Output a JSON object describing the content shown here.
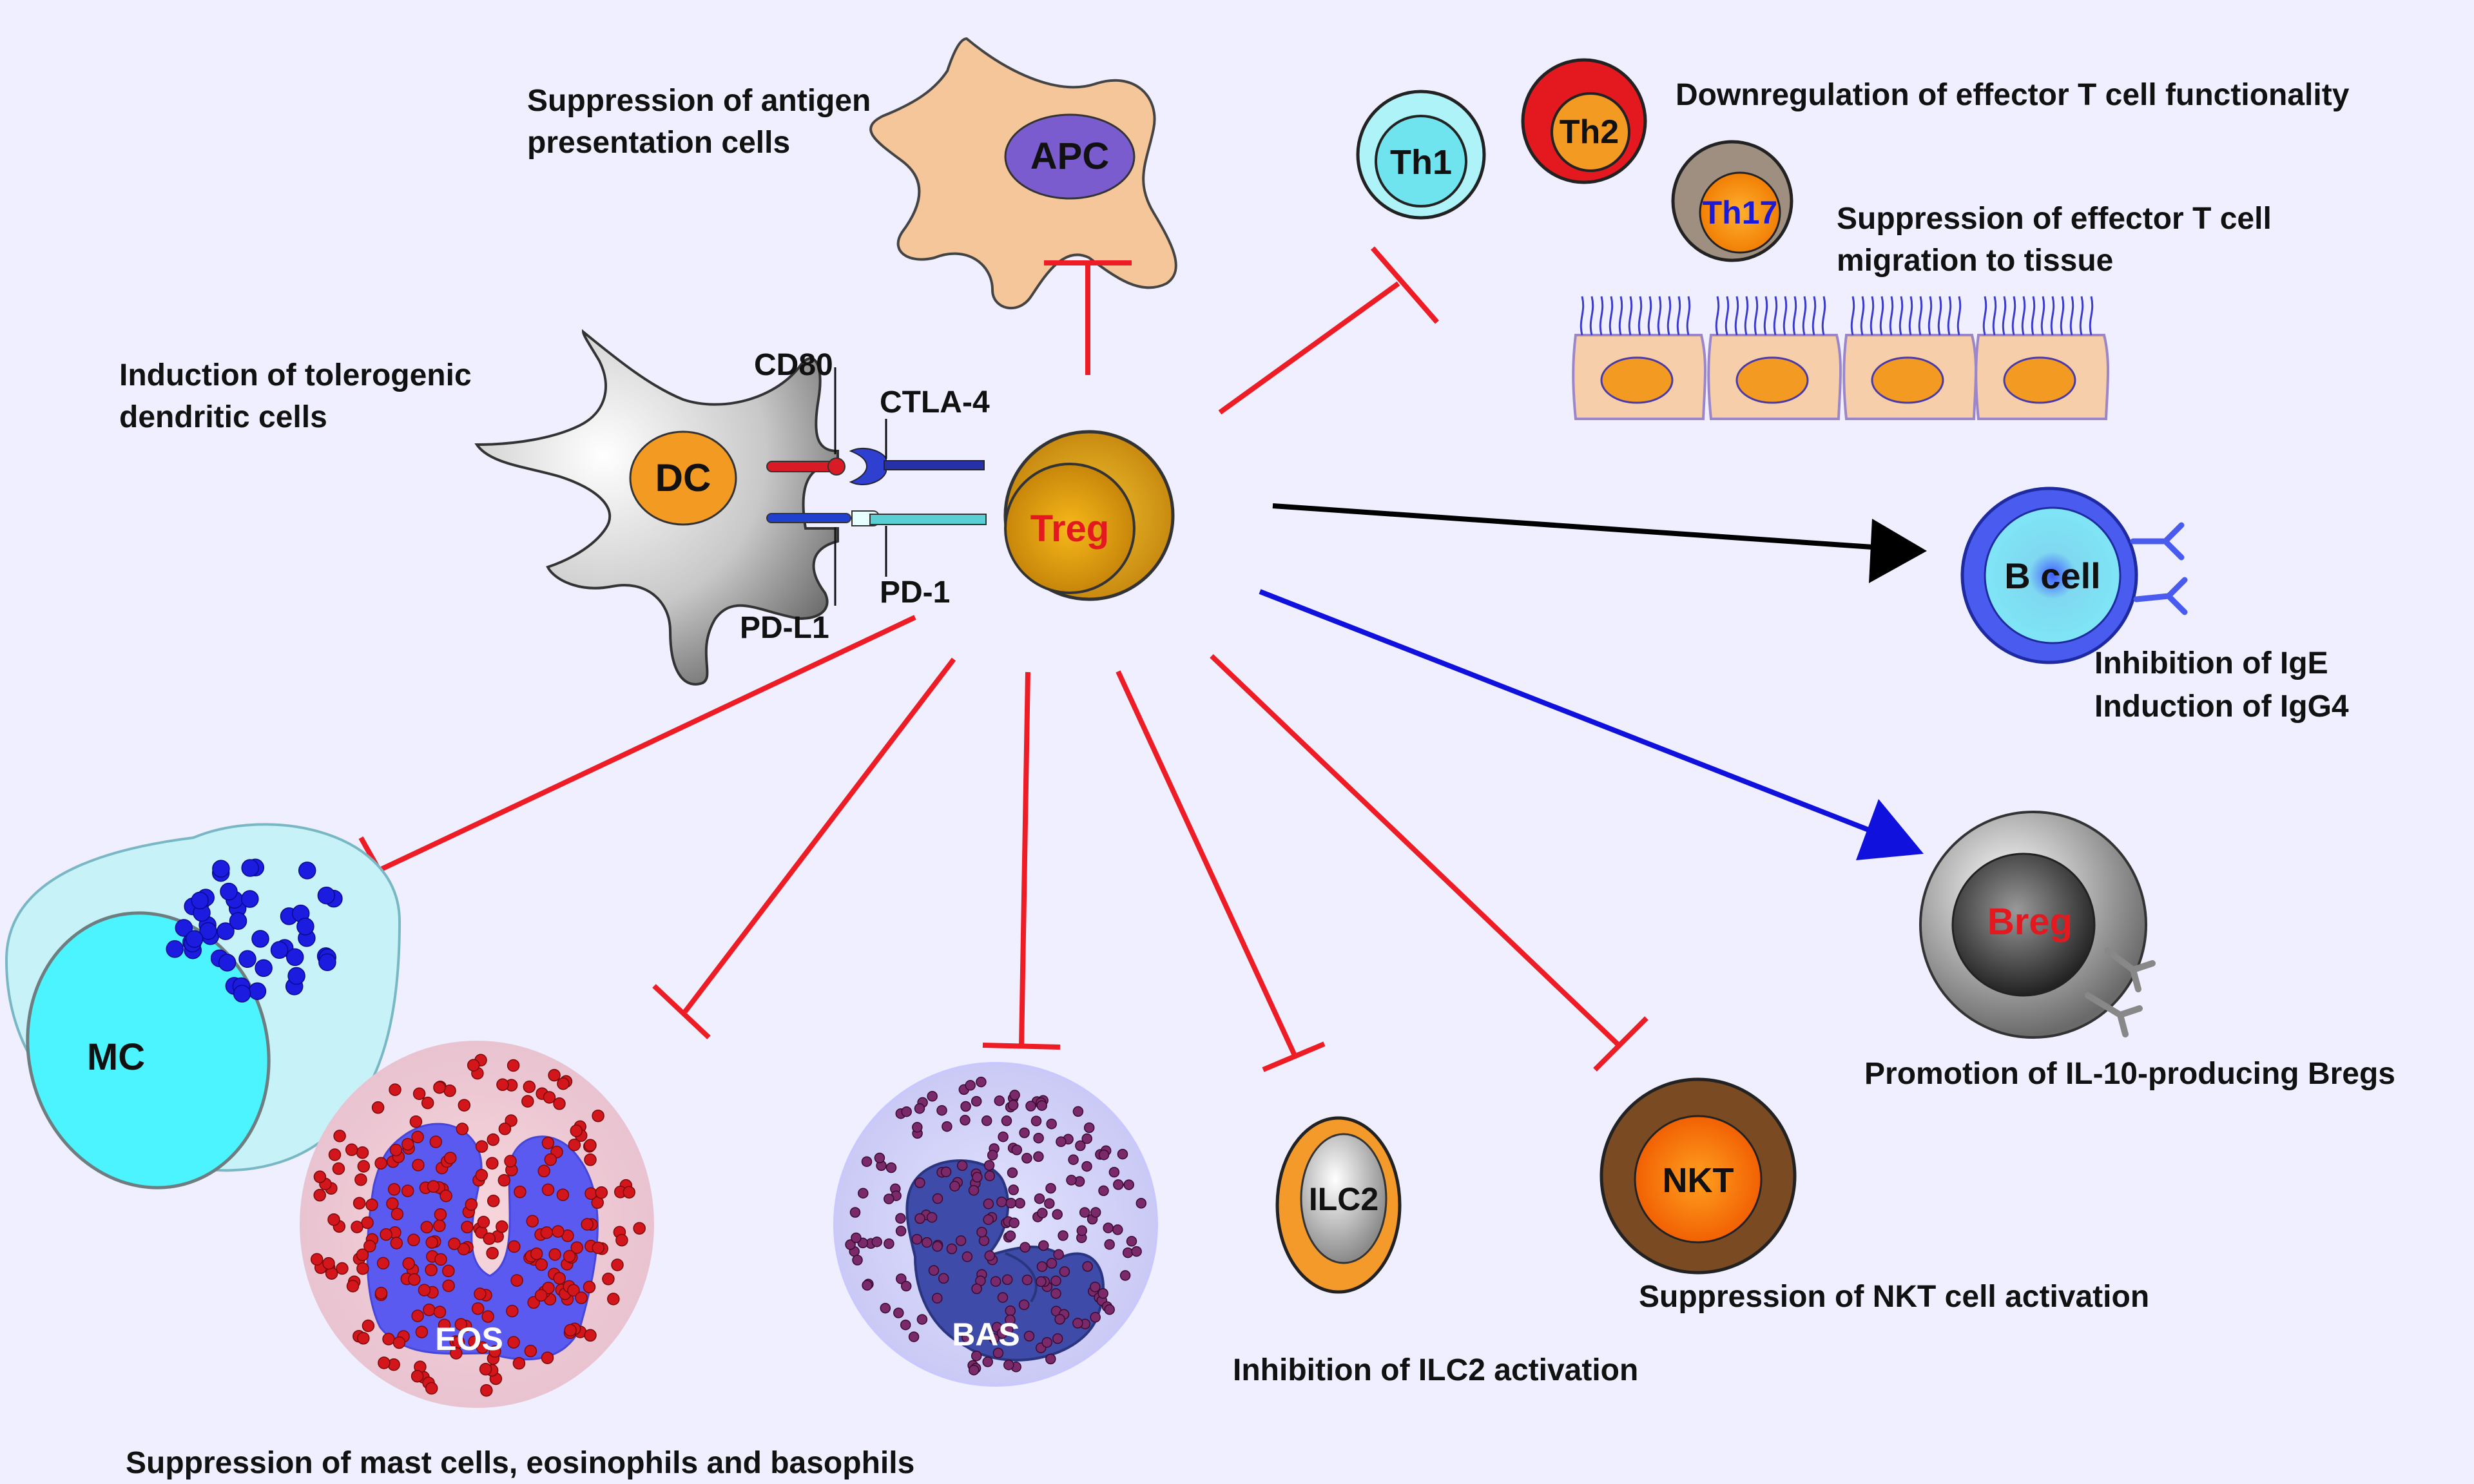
{
  "labels": {
    "apc_caption_1": "Suppression of antigen",
    "apc_caption_2": "presentation cells",
    "dc_caption_1": "Induction of tolerogenic",
    "dc_caption_2": "dendritic cells",
    "th_caption": "Downregulation of effector T cell functionality",
    "mig_caption_1": "Suppression of effector T cell",
    "mig_caption_2": "migration to tissue",
    "b_caption_1": "Inhibition of IgE",
    "b_caption_2": "Induction of IgG4",
    "breg_caption": "Promotion of IL-10-producing Bregs",
    "nkt_caption": "Suppression of NKT cell activation",
    "ilc2_caption": "Inhibition of  ILC2 activation",
    "granulocyte_caption": "Suppression of mast cells, eosinophils and basophils"
  },
  "cells": {
    "apc": "APC",
    "dc": "DC",
    "treg": "Treg",
    "th1": "Th1",
    "th2": "Th2",
    "th17": "Th17",
    "bcell": "B cell",
    "breg": "Breg",
    "mc": "MC",
    "eos": "EOS",
    "bas": "BAS",
    "ilc2": "ILC2",
    "nkt": "NKT"
  },
  "molecules": {
    "cd80": "CD80",
    "ctla4": "CTLA-4",
    "pdl1": "PD-L1",
    "pd1": "PD-1"
  },
  "colors": {
    "inhibition": "#ee1c25",
    "activation": "#000000",
    "promotion": "#1111dd",
    "background": "#efefff"
  }
}
